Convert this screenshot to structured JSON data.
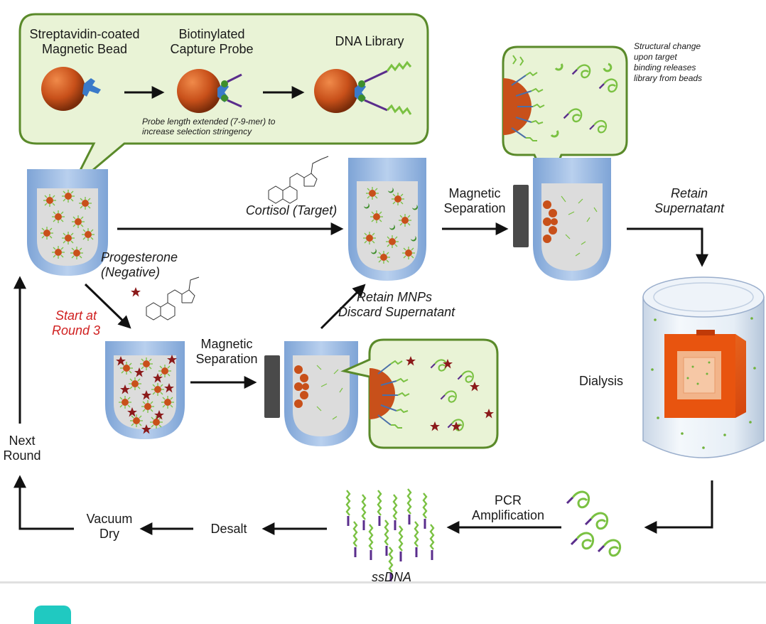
{
  "labels": {
    "bead": [
      "Streptavidin-coated",
      "Magnetic Bead"
    ],
    "probe": [
      "Biotinylated",
      "Capture Probe"
    ],
    "library": "DNA Library",
    "probe_note": [
      "Probe length extended (7-9-mer) to",
      "increase selection stringency"
    ],
    "structural_note": [
      "Structural change",
      "upon target",
      "binding releases",
      "library from beads"
    ],
    "magsep_top": [
      "Magnetic",
      "Separation"
    ],
    "cortisol": "Cortisol (Target)",
    "retain_supernatant": [
      "Retain",
      "Supernatant"
    ],
    "progesterone": [
      "Progesterone",
      "(Negative)"
    ],
    "start_round": [
      "Start at",
      "Round 3"
    ],
    "magsep_bottom": [
      "Magnetic",
      "Separation"
    ],
    "retain_mnps": [
      "Retain MNPs",
      "Discard Supernatant"
    ],
    "dialysis": "Dialysis",
    "next_round": [
      "Next",
      "Round"
    ],
    "vacuum_dry": [
      "Vacuum",
      "Dry"
    ],
    "desalt": "Desalt",
    "pcr": [
      "PCR",
      "Amplification"
    ],
    "ssdna": "ssDNA"
  },
  "colors": {
    "bead": "#c8501a",
    "callout_fill": "#e9f3d6",
    "callout_stroke": "#5a8a2a",
    "tube_fill": "#dcdcdc",
    "tube_wall": "#8aaede",
    "magnet": "#4a4a4a",
    "dna_green": "#7ac142",
    "linker_purple": "#5a2d8c",
    "star_red": "#8b1a1a",
    "highlight_red": "#d02020"
  }
}
